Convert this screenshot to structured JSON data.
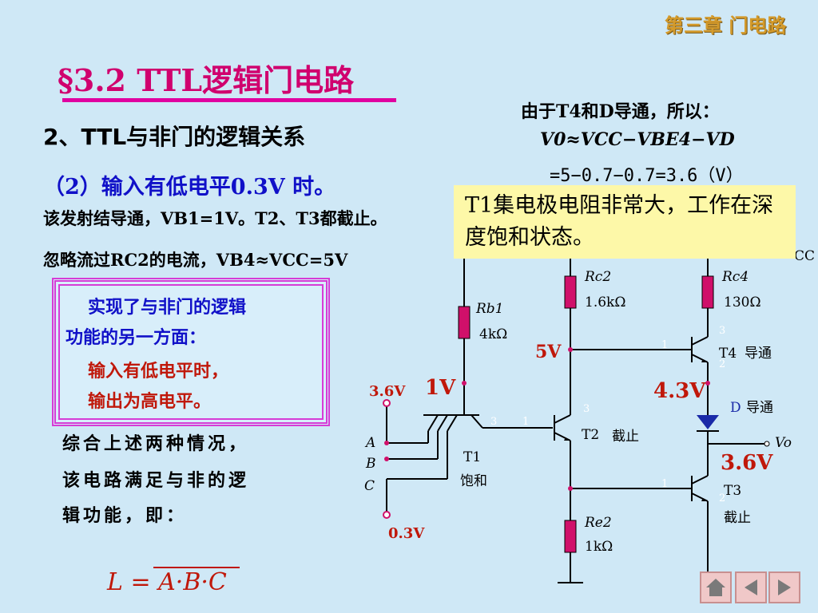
{
  "header": {
    "chapter": "第三章 门电路",
    "title": "§3.2  TTL逻辑门电路"
  },
  "left": {
    "subhead": "2、TTL与非门的逻辑关系",
    "case": "（2）输入有低电平0.3V 时。",
    "line1": "该发射结导通，VB1=1V。T2、T3都截止。",
    "line2": "忽略流过RC2的电流，VB4≈VCC=5V",
    "box": {
      "l1": "实现了与非门的逻辑",
      "l2": "功能的另一方面：",
      "l3": "输入有低电平时，",
      "l4": "输出为高电平。"
    },
    "summary": [
      "综合上述两种情况，",
      "该电路满足与非的逻",
      "辑功能，即："
    ],
    "formula": "L = A·B·C"
  },
  "right": {
    "since": "由于T4和D导通，所以：",
    "eq1": "V0≈VCC−VBE4−VD",
    "eq2": "=5−0.7−0.7=3.6（V）",
    "note": "T1集电极电阻非常大，工作在深度饱和状态。"
  },
  "circuit": {
    "rc2_name": "Rc2",
    "rc2_val": "1.6kΩ",
    "rc4_name": "Rc4",
    "rc4_val": "130Ω",
    "rb1_name": "Rb1",
    "rb1_val": "4kΩ",
    "re2_name": "Re2",
    "re2_val": "1kΩ",
    "v_5": "5V",
    "v_1": "1V",
    "v_36in": "3.6V",
    "v_03": "0.3V",
    "v_43": "4.3V",
    "v_36out": "3.6V",
    "t1": "T1",
    "t1_state": "饱和",
    "t2": "T2",
    "t2_state": "截止",
    "t3": "T3",
    "t3_state": "截止",
    "t4": "T4",
    "t4_state": "导通",
    "d": "D",
    "d_state": "导通",
    "vo": "Vo",
    "vcc_frag": "CC",
    "in_a": "A",
    "in_b": "B",
    "in_c": "C",
    "pin3": "3",
    "pin1": "1",
    "pin2": "2"
  },
  "nav": {
    "home": "home-icon",
    "prev": "prev-icon",
    "next": "next-icon"
  }
}
